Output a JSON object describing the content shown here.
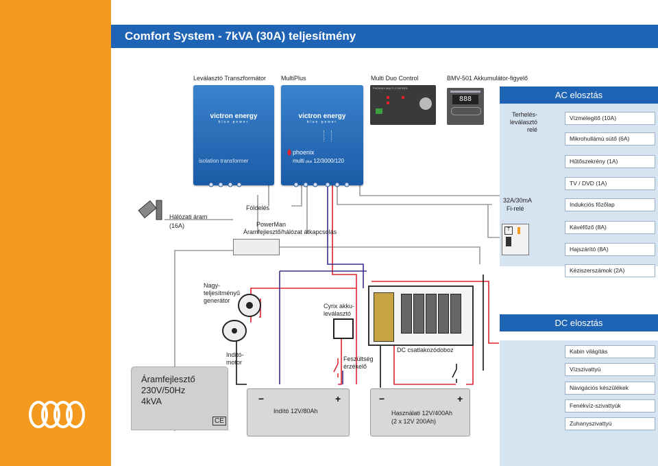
{
  "title": "Comfort System - 7kVA (30A) teljesítmény",
  "top_labels": {
    "transformer": "Leválasztó Transzformátor",
    "multiplus": "MultiPlus",
    "duo_control": "Multi Duo Control",
    "bmv": "BMV-501 Akkumulátor-figyelő"
  },
  "devices": {
    "brand": "victron energy",
    "brand_tag": "blue power",
    "transformer_text": "isolation transformer",
    "multi_brand": "phoenix",
    "multi_model_prefix": "multi",
    "multi_model_plus": "plus",
    "multi_model_rating": "12/3000/120",
    "duo_heading": "PHOENIX MULTI CONTROL",
    "bmv_digits": "888"
  },
  "labels": {
    "grid_power": "Hálózati áram (16A)",
    "earthing": "Földelés",
    "powerman": "PowerMan",
    "powerman_sub": "Áramfejlesztő/hálózat átkapcsolás",
    "load_relay": "Terhelés-leválasztó relé",
    "rcd_rating": "32A/30mA",
    "rcd_name": "Fi-relé",
    "alternator": "Nagy-teljesítményű generátor",
    "cyrix": "Cyrix akku-leválasztó",
    "starter": "Indító-motor",
    "voltage_sensing": "Feszültség érzékelő",
    "dc_box": "DC csatlakozódoboz",
    "generator_line1": "Áramfejlesztő",
    "generator_line2": "230V/50Hz",
    "generator_line3": "4kVA",
    "ce": "CE"
  },
  "ac_panel": {
    "title": "AC elosztás",
    "loads": [
      "Vízmelegítő (10A)",
      "Mikrohullámú sütő (6A)",
      "Hűtőszekrény (1A)",
      "TV / DVD (1A)",
      "Indukciós főzőlap",
      "Kávéfőző (8A)",
      "Hajszárító (8A)",
      "Kéziszerszámok (2A)"
    ]
  },
  "dc_panel": {
    "title": "DC elosztás",
    "loads": [
      "Kabin világítás",
      "Vízszivattyú",
      "Navigációs készülékek",
      "Fenékvíz-szivattyúk",
      "Zuhanyszivattyú"
    ]
  },
  "batteries": {
    "starter_label": "Indító 12V/80Ah",
    "house_label_line1": "Használati 12V/400Ah",
    "house_label_line2": "(2 x 12V 200Ah)",
    "neg": "−",
    "pos": "+"
  },
  "colors": {
    "accent_orange": "#f39a1f",
    "title_blue": "#1e63b4",
    "panel_blue": "#d6e3f1",
    "wire_red": "#e0202a",
    "wire_blue": "#3a2c8c",
    "wire_black": "#111111",
    "wire_grey": "#9a9a9a"
  }
}
